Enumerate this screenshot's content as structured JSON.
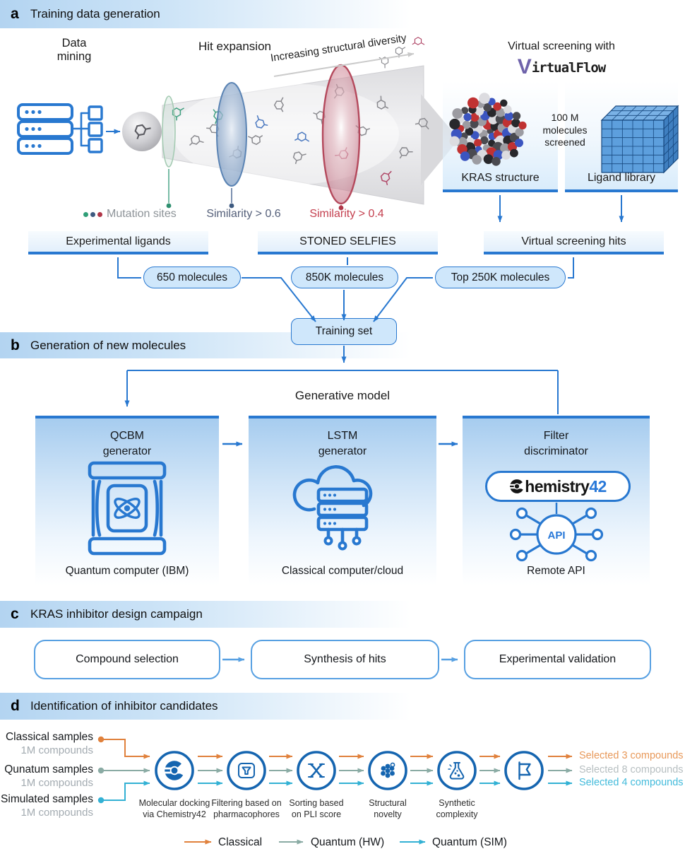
{
  "panels": {
    "a": {
      "letter": "a",
      "title": "Training data generation"
    },
    "b": {
      "letter": "b",
      "title": "Generation of new molecules"
    },
    "c": {
      "letter": "c",
      "title": "KRAS inhibitor design campaign"
    },
    "d": {
      "letter": "d",
      "title": "Identification of inhibitor candidates"
    }
  },
  "panel_a": {
    "data_mining": "Data\nmining",
    "hit_expansion": "Hit expansion",
    "diversity": "Increasing structural diversity",
    "virtual_screening": "Virtual screening with",
    "virtualflow": {
      "v": "V",
      "rest": "irtualFlow"
    },
    "screened": "100 M\nmolecules\nscreened",
    "kras_label": "KRAS structure",
    "ligand_label": "Ligand library",
    "mutation_sites": "Mutation sites",
    "sim_high": "Similarity > 0.6",
    "sim_low": "Similarity > 0.4",
    "source_boxes": [
      "Experimental ligands",
      "STONED SELFIES",
      "Virtual screening hits"
    ],
    "pills": [
      "650 molecules",
      "850K molecules",
      "Top 250K molecules"
    ],
    "training_set": "Training set"
  },
  "panel_b": {
    "generative_model": "Generative model",
    "generators": [
      {
        "title": "QCBM\ngenerator",
        "caption": "Quantum computer (IBM)",
        "icon": "quantum-computer-icon"
      },
      {
        "title": "LSTM\ngenerator",
        "caption": "Classical computer/cloud",
        "icon": "cloud-server-icon"
      },
      {
        "title": "Filter\ndiscriminator",
        "caption": "Remote API",
        "icon": "chemistry42-api-icon"
      }
    ],
    "chemistry42": {
      "name": "Chemistry42",
      "word_after_c": "hemistry",
      "num": "42"
    },
    "api": "API"
  },
  "panel_c": {
    "steps": [
      "Compound selection",
      "Synthesis of hits",
      "Experimental validation"
    ]
  },
  "panel_d": {
    "sources": [
      {
        "name": "Classical samples",
        "count": "1M compounds"
      },
      {
        "name": "Qunatum samples",
        "count": "1M compounds"
      },
      {
        "name": "Simulated samples",
        "count": "1M compounds"
      }
    ],
    "stages": [
      {
        "label": "Molecular docking\nvia Chemistry42",
        "icon": "chemistry42-c-icon"
      },
      {
        "label": "Filtering based on\npharmacophores",
        "icon": "pharmacophore-filter-icon"
      },
      {
        "label": "Sorting based\non PLI score",
        "icon": "sort-icon"
      },
      {
        "label": "Structural\nnovelty",
        "icon": "molecule-cluster-icon"
      },
      {
        "label": "Synthetic\ncomplexity",
        "icon": "flask-icon"
      },
      {
        "label": "",
        "icon": "flag-icon"
      }
    ],
    "results": [
      {
        "text": "Selected 3 compounds"
      },
      {
        "text": "Selected 8 compounds"
      },
      {
        "text": "Selected 4 compounds"
      }
    ],
    "legend": [
      {
        "label": "Classical"
      },
      {
        "label": "Quantum (HW)"
      },
      {
        "label": "Quantum (SIM)"
      }
    ]
  },
  "colors": {
    "blue": "#2878d0",
    "blue_light": "#57a0e2",
    "dark_blue": "#1565b0",
    "fill_light_blue": "#cfe7fb",
    "orange": "#e0813c",
    "teal": "#8aaba4",
    "cyan": "#33b1d4",
    "red_label": "#c4404f",
    "slate_label": "#55607a",
    "green": "#2f9e77",
    "purple": "#6f63ab",
    "result_orange": "#e8995a",
    "result_gray": "#b7bfc1",
    "result_cyan": "#43bbdb"
  }
}
